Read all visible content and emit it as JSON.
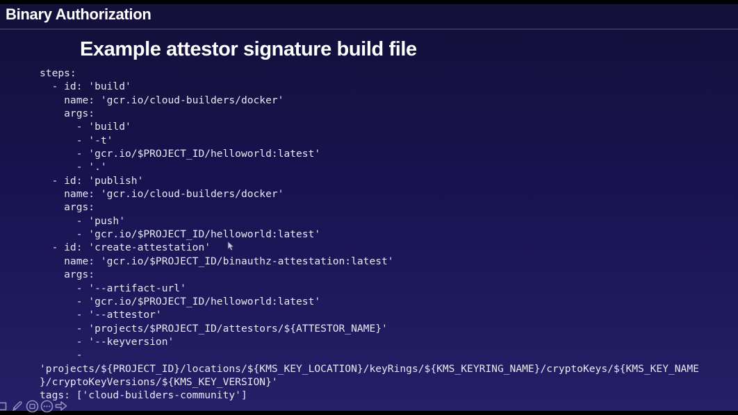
{
  "header": {
    "title": "Binary Authorization"
  },
  "slide": {
    "title": "Example attestor signature build file",
    "code_lines": [
      "steps:",
      "  - id: 'build'",
      "    name: 'gcr.io/cloud-builders/docker'",
      "    args:",
      "      - 'build'",
      "      - '-t'",
      "      - 'gcr.io/$PROJECT_ID/helloworld:latest'",
      "      - '.'",
      "  - id: 'publish'",
      "    name: 'gcr.io/cloud-builders/docker'",
      "    args:",
      "      - 'push'",
      "      - 'gcr.io/$PROJECT_ID/helloworld:latest'",
      "  - id: 'create-attestation'",
      "    name: 'gcr.io/$PROJECT_ID/binauthz-attestation:latest'",
      "    args:",
      "      - '--artifact-url'",
      "      - 'gcr.io/$PROJECT_ID/helloworld:latest'",
      "      - '--attestor'",
      "      - 'projects/$PROJECT_ID/attestors/${ATTESTOR_NAME}'",
      "      - '--keyversion'",
      "      -",
      "'projects/${PROJECT_ID}/locations/${KMS_KEY_LOCATION}/keyRings/${KMS_KEYRING_NAME}/cryptoKeys/${KMS_KEY_NAME",
      "}/cryptoKeyVersions/${KMS_KEY_VERSION}'",
      "tags: ['cloud-builders-community']"
    ]
  },
  "annotation_toolbar": {
    "icons": [
      "select-square-icon",
      "pencil-icon",
      "shape-pointer-icon",
      "more-options-icon",
      "arrow-forward-icon"
    ]
  },
  "colors": {
    "slide_bg_top": "#131039",
    "slide_bg_bottom": "#252068",
    "header_divider": "#37325f",
    "title_text": "#ffffff",
    "code_text": "#e9e8f4",
    "toolbar_icon": "#958fc0",
    "letterbox": "#000000"
  }
}
